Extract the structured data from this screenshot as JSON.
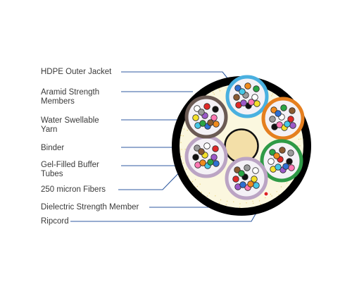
{
  "labels": [
    {
      "id": "outer-jacket",
      "lines": [
        "HDPE Outer Jacket"
      ]
    },
    {
      "id": "aramid",
      "lines": [
        "Aramid Strength",
        "Members"
      ]
    },
    {
      "id": "water-yarn",
      "lines": [
        "Water Swellable",
        "Yarn"
      ]
    },
    {
      "id": "binder",
      "lines": [
        "Binder"
      ]
    },
    {
      "id": "buffer-tubes",
      "lines": [
        "Gel-Filled Buffer",
        "Tubes"
      ]
    },
    {
      "id": "fibers",
      "lines": [
        "250 micron Fibers"
      ]
    },
    {
      "id": "dielectric",
      "lines": [
        "Dielectric Strength Member"
      ]
    },
    {
      "id": "ripcord",
      "lines": [
        "Ripcord"
      ]
    }
  ],
  "colors": {
    "leader_line": "#2f5aa0",
    "jacket": "#000000",
    "aramid_fill": "#fbf7df",
    "center_member": "#f3dfa8",
    "tube_fill": "#f4f1f6",
    "tube_rings": [
      "#49b0e0",
      "#e57f1f",
      "#2f9a46",
      "#bba4c4",
      "#bba4c4",
      "#6b5a54"
    ],
    "fiber_colors": [
      "#2f6fd2",
      "#f08a1c",
      "#2aa545",
      "#8a5a32",
      "#9a9a9a",
      "#ffffff",
      "#e02828",
      "#111111",
      "#f4e02a",
      "#9b59c9",
      "#ff77b4",
      "#46c7e6"
    ]
  }
}
